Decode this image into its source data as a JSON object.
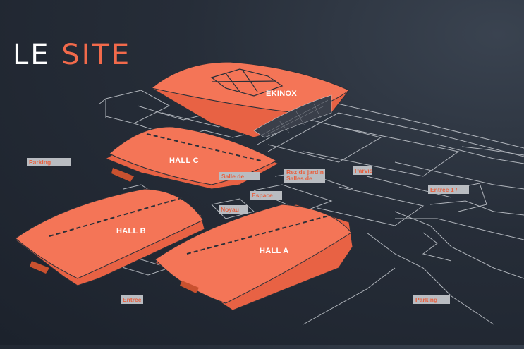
{
  "title": {
    "part1": "LE",
    "part2": "SITE"
  },
  "buildings": {
    "ekinox": "EKINOX",
    "hall_a": "HALL A",
    "hall_b": "HALL B",
    "hall_c": "HALL C"
  },
  "tags": {
    "parking_left": "Parking",
    "parking_right": "Parking",
    "entree_bottom": "Entrée",
    "entree_right": "Entrée 1 /",
    "salle": "Salle de",
    "rez_line1": "Rez de jardin",
    "rez_line2": "Salles de",
    "parvis": "Parvis",
    "espace": "Espace",
    "noyau": "Noyau"
  },
  "colors": {
    "background": "#1f2630",
    "accent": "#f26a4b",
    "outline": "#c8ccd2",
    "tag_bg": "#b9bcc1"
  }
}
